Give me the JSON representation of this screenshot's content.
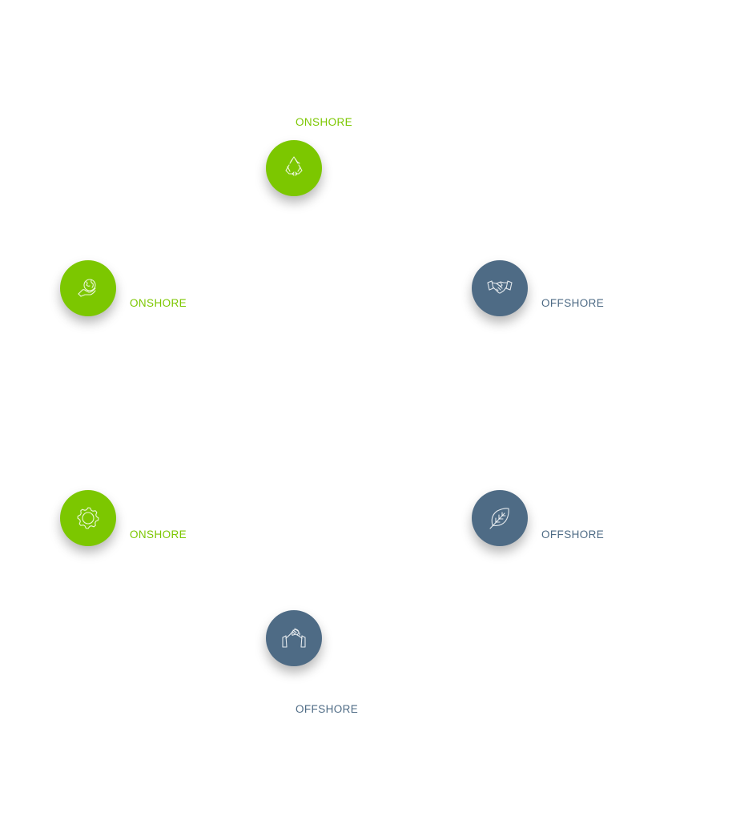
{
  "colors": {
    "onshore": "#7cc700",
    "offshore": "#4e6b85"
  },
  "nodes": [
    {
      "id": "recycle",
      "icon": "recycle-icon",
      "label": "ONSHORE",
      "category": "onshore"
    },
    {
      "id": "globe",
      "icon": "globe-in-hand-icon",
      "label": "ONSHORE",
      "category": "onshore"
    },
    {
      "id": "handshake",
      "icon": "handshake-icon",
      "label": "OFFSHORE",
      "category": "offshore"
    },
    {
      "id": "gear",
      "icon": "gear-icon",
      "label": "ONSHORE",
      "category": "onshore"
    },
    {
      "id": "leaf",
      "icon": "leaf-icon",
      "label": "OFFSHORE",
      "category": "offshore"
    },
    {
      "id": "clasp",
      "icon": "clasped-hands-icon",
      "label": "OFFSHORE",
      "category": "offshore"
    }
  ]
}
